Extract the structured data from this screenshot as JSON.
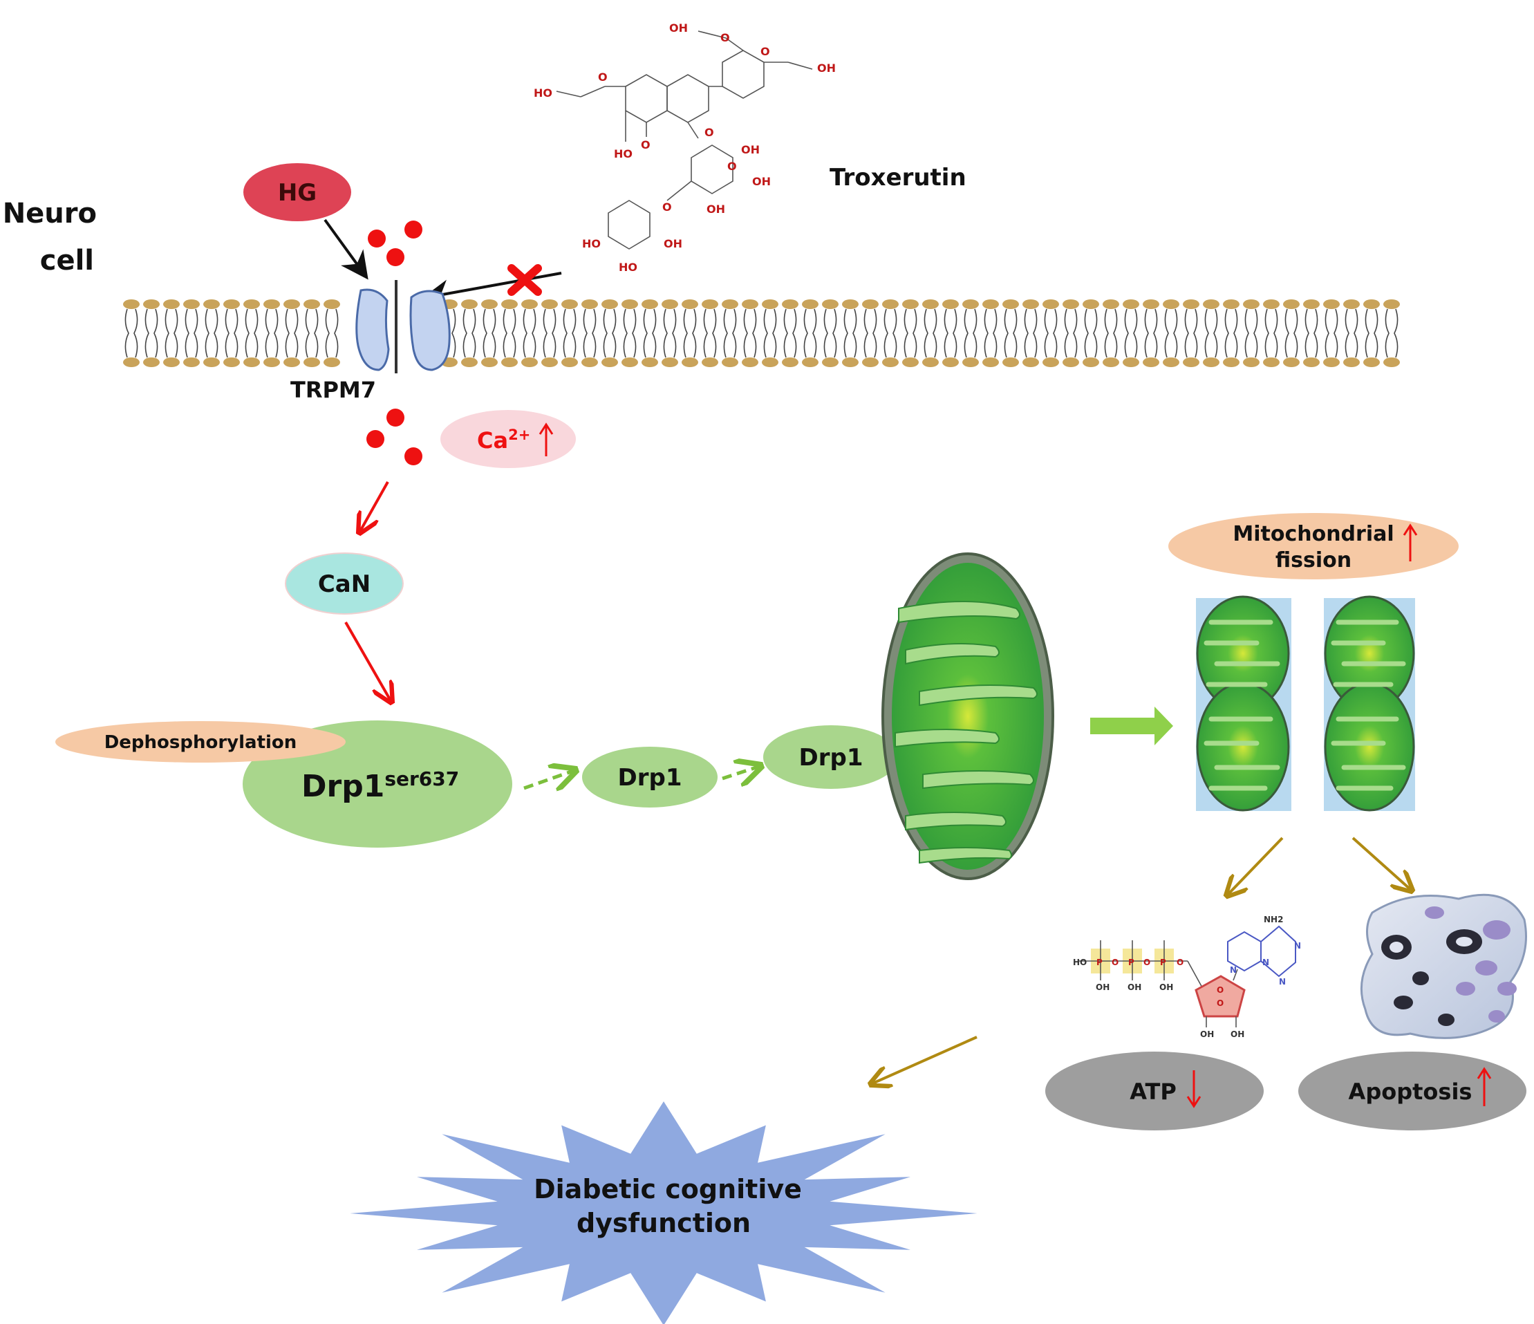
{
  "cell_label_line1": "Neuro",
  "cell_label_line2": "cell",
  "hg_label": "HG",
  "drug_label": "Troxerutin",
  "channel_label": "TRPM7",
  "calcium_label": "Ca",
  "calcium_superscript": "2+",
  "can_label": "CaN",
  "dephosphorylation_label": "Dephosphorylation",
  "drp1_phospho_label": "Drp1",
  "drp1_phospho_superscript": "ser637",
  "drp1_label_1": "Drp1",
  "drp1_label_2": "Drp1",
  "fission_label_line1": "Mitochondrial",
  "fission_label_line2": "fission",
  "atp_label": "ATP",
  "apoptosis_label": "Apoptosis",
  "outcome_line1": "Diabetic cognitive",
  "outcome_line2": "dysfunction",
  "troxerutin_structure_labels": [
    "HO",
    "O",
    "OH",
    "O",
    "O",
    "OH",
    "O",
    "O",
    "HO",
    "OH",
    "OH",
    "O",
    "O",
    "OH",
    "HO",
    "OH",
    "HO"
  ],
  "atp_structure_labels": [
    "HO",
    "P",
    "O",
    "P",
    "O",
    "P",
    "O",
    "OH",
    "OH",
    "OH",
    "O",
    "N",
    "N",
    "NH2",
    "N",
    "N",
    "O",
    "OH",
    "OH"
  ],
  "colors": {
    "hg": "#de4355",
    "calcium": "#ee1111",
    "calcium_badge": "#f9d7dc",
    "can": "#a9e6e0",
    "dephosphorylation": "#f6c9a5",
    "drp1": "#a9d68c",
    "mitochondrion": "#4aad42",
    "fission_badge": "#f6c9a5",
    "readout": "#9e9e9e",
    "outcome": "#8fa9e0",
    "channel": "#c3d3f0",
    "lipid": "#c9a35a",
    "arrow_red": "#ee1111",
    "arrow_green": "#7cbf3c",
    "arrow_gold": "#b08a12"
  },
  "icons": {
    "block_mark": "red-x-icon",
    "increase": "red-up-arrow-icon",
    "decrease": "red-down-arrow-icon"
  }
}
